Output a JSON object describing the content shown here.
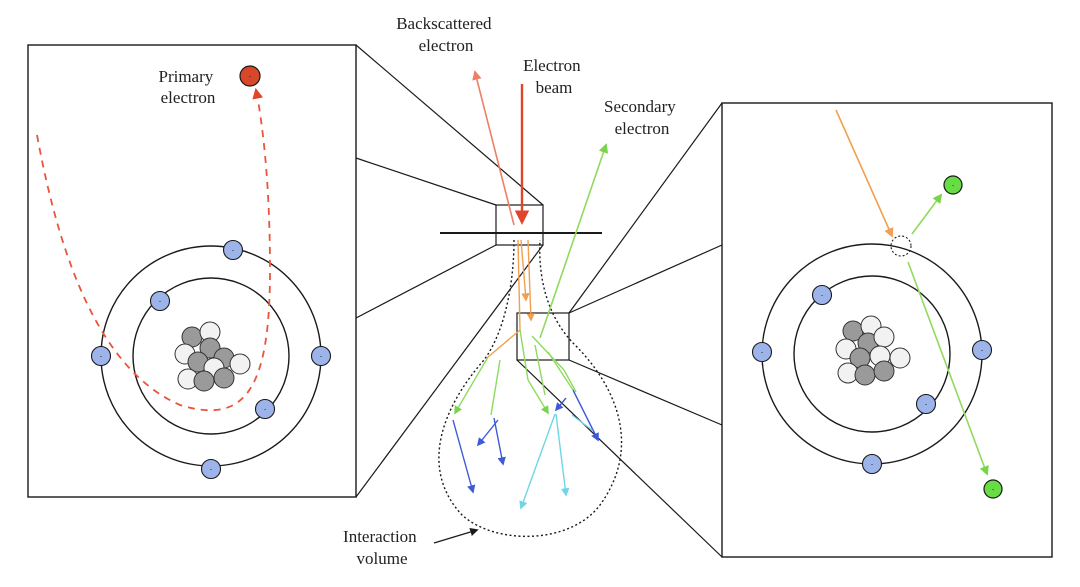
{
  "labels": {
    "primary_electron": [
      "Primary",
      "electron"
    ],
    "backscattered_electron": [
      "Backscattered",
      "electron"
    ],
    "electron_beam": [
      "Electron",
      "beam"
    ],
    "secondary_electron": [
      "Secondary",
      "electron"
    ],
    "interaction_volume": [
      "Interaction",
      "volume"
    ]
  },
  "electron_sign": "-",
  "colors": {
    "line": "#1a1a1a",
    "beam": "#e0442c",
    "backscatter": "#ee7f66",
    "primary_path": "#e8553a",
    "primary_dot": "#d9472b",
    "secondary": "#8edb5e",
    "secondary_dot": "#66dd44",
    "orange": "#f0a050",
    "blue_arrow": "#3d5bd9",
    "cyan_arrow": "#6fd6e6",
    "orbital_electron": "#9db4ea",
    "nucleus_grey": "#9a9a9a",
    "nucleus_white": "#f2f2f2"
  }
}
